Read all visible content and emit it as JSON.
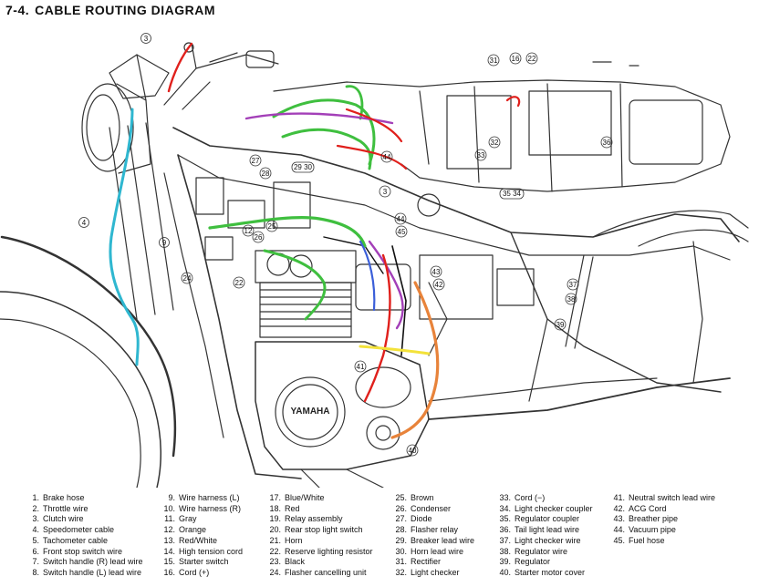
{
  "title": {
    "number": "7-4.",
    "text": "CABLE ROUTING DIAGRAM"
  },
  "brand_text": "YAMAHA",
  "colors": {
    "line": "#333333",
    "cyan": "#2fb7d0",
    "green": "#3fbf3f",
    "red": "#e0201c",
    "purple": "#a33fb8",
    "orange": "#e8833a",
    "yellow": "#f3e23a",
    "blue": "#3b5fd9",
    "black": "#111111"
  },
  "callouts": [
    {
      "id": "c3a",
      "label": "3"
    },
    {
      "id": "c4",
      "label": "4"
    },
    {
      "id": "c9",
      "label": "9"
    },
    {
      "id": "c24",
      "label": "24"
    },
    {
      "id": "c27",
      "label": "27"
    },
    {
      "id": "c28",
      "label": "28"
    },
    {
      "id": "c2930",
      "label": "29 30"
    },
    {
      "id": "c12",
      "label": "12"
    },
    {
      "id": "c26",
      "label": "26"
    },
    {
      "id": "c25",
      "label": "25"
    },
    {
      "id": "c22",
      "label": "22"
    },
    {
      "id": "c44a",
      "label": "44"
    },
    {
      "id": "c45",
      "label": "45"
    },
    {
      "id": "c43",
      "label": "43"
    },
    {
      "id": "c42",
      "label": "42"
    },
    {
      "id": "c31",
      "label": "31"
    },
    {
      "id": "c16",
      "label": "16"
    },
    {
      "id": "c22b",
      "label": "22"
    },
    {
      "id": "c32",
      "label": "32"
    },
    {
      "id": "c33",
      "label": "33"
    },
    {
      "id": "c3534",
      "label": "35 34"
    },
    {
      "id": "c36",
      "label": "36"
    },
    {
      "id": "c44b",
      "label": "44"
    },
    {
      "id": "c3b",
      "label": "3"
    },
    {
      "id": "c37",
      "label": "37"
    },
    {
      "id": "c38",
      "label": "38"
    },
    {
      "id": "c39",
      "label": "39"
    },
    {
      "id": "c41",
      "label": "41"
    },
    {
      "id": "c40",
      "label": "40"
    }
  ],
  "legend": {
    "columns": [
      [
        {
          "n": "1.",
          "label": "Brake hose"
        },
        {
          "n": "2.",
          "label": "Throttle wire"
        },
        {
          "n": "3.",
          "label": "Clutch wire"
        },
        {
          "n": "4.",
          "label": "Speedometer cable"
        },
        {
          "n": "5.",
          "label": "Tachometer cable"
        },
        {
          "n": "6.",
          "label": "Front stop switch wire"
        },
        {
          "n": "7.",
          "label": "Switch handle (R) lead wire"
        },
        {
          "n": "8.",
          "label": "Switch handle (L) lead wire"
        }
      ],
      [
        {
          "n": "9.",
          "label": "Wire harness (L)"
        },
        {
          "n": "10.",
          "label": "Wire harness (R)"
        },
        {
          "n": "11.",
          "label": "Gray"
        },
        {
          "n": "12.",
          "label": "Orange"
        },
        {
          "n": "13.",
          "label": "Red/White"
        },
        {
          "n": "14.",
          "label": "High tension cord"
        },
        {
          "n": "15.",
          "label": "Starter switch"
        },
        {
          "n": "16.",
          "label": "Cord (+)"
        }
      ],
      [
        {
          "n": "17.",
          "label": "Blue/White"
        },
        {
          "n": "18.",
          "label": "Red"
        },
        {
          "n": "19.",
          "label": "Relay assembly"
        },
        {
          "n": "20.",
          "label": "Rear stop light switch"
        },
        {
          "n": "21.",
          "label": "Horn"
        },
        {
          "n": "22.",
          "label": "Reserve lighting resistor"
        },
        {
          "n": "23.",
          "label": "Black"
        },
        {
          "n": "24.",
          "label": "Flasher cancelling unit"
        }
      ],
      [
        {
          "n": "25.",
          "label": "Brown"
        },
        {
          "n": "26.",
          "label": "Condenser"
        },
        {
          "n": "27.",
          "label": "Diode"
        },
        {
          "n": "28.",
          "label": "Flasher relay"
        },
        {
          "n": "29.",
          "label": "Breaker lead wire"
        },
        {
          "n": "30.",
          "label": "Horn lead wire"
        },
        {
          "n": "31.",
          "label": "Rectifier"
        },
        {
          "n": "32.",
          "label": "Light checker"
        }
      ],
      [
        {
          "n": "33.",
          "label": "Cord (−)"
        },
        {
          "n": "34.",
          "label": "Light checker coupler"
        },
        {
          "n": "35.",
          "label": "Regulator coupler"
        },
        {
          "n": "36.",
          "label": "Tail light lead wire"
        },
        {
          "n": "37.",
          "label": "Light checker wire"
        },
        {
          "n": "38.",
          "label": "Regulator wire"
        },
        {
          "n": "39.",
          "label": "Regulator"
        },
        {
          "n": "40.",
          "label": "Starter motor cover"
        }
      ],
      [
        {
          "n": "41.",
          "label": "Neutral switch lead wire"
        },
        {
          "n": "42.",
          "label": "ACG Cord"
        },
        {
          "n": "43.",
          "label": "Breather pipe"
        },
        {
          "n": "44.",
          "label": "Vacuum pipe"
        },
        {
          "n": "45.",
          "label": "Fuel hose"
        }
      ]
    ]
  }
}
